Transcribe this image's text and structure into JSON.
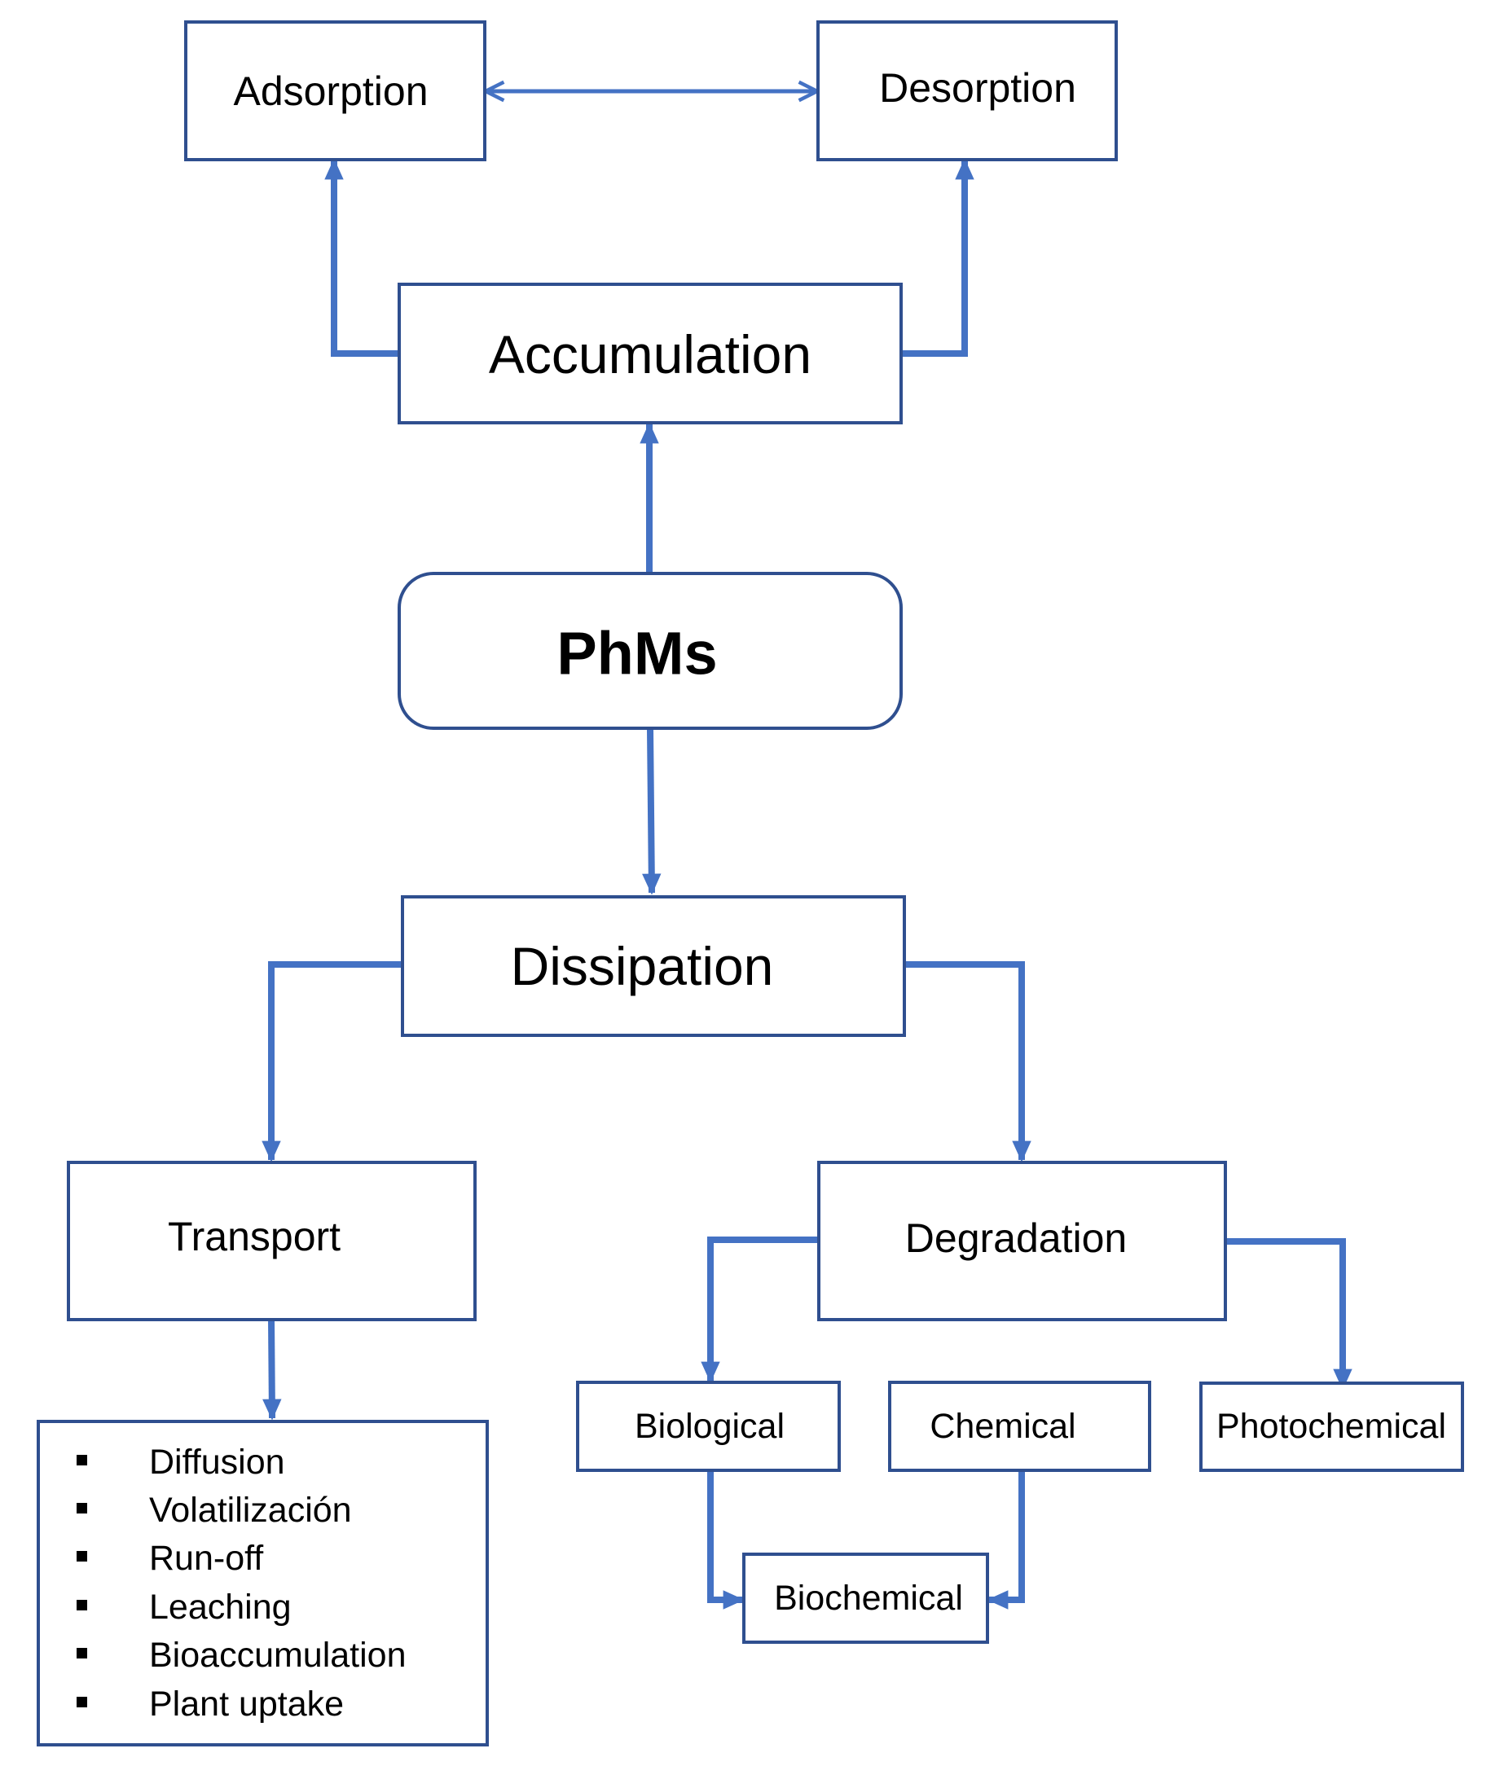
{
  "nodes": {
    "adsorption": "Adsorption",
    "desorption": "Desorption",
    "accumulation": "Accumulation",
    "phms": "PhMs",
    "dissipation": "Dissipation",
    "transport": "Transport",
    "degradation": "Degradation",
    "biological": "Biological",
    "chemical": "Chemical",
    "photochemical": "Photochemical",
    "biochemical": "Biochemical"
  },
  "transport_list": [
    "Diffusion",
    "Volatilización",
    "Run-off",
    "Leaching",
    "Bioaccumulation",
    "Plant uptake"
  ],
  "colors": {
    "arrow": "#4472c4",
    "box_border": "#2f4f8f",
    "text": "#000000"
  }
}
